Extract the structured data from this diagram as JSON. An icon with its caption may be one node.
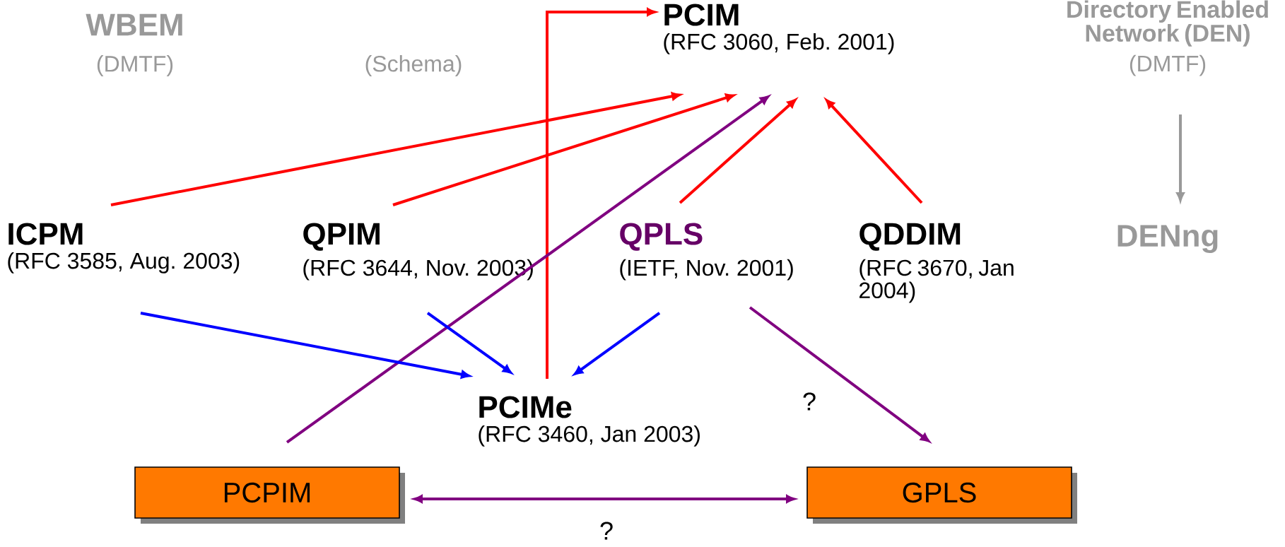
{
  "diagram": {
    "nodes": [
      {
        "text": [
          "PCIM",
          "(RFC 3060, Feb. 2001)"
        ]
      },
      {
        "text": [
          "Directory Enabled Network (DEN)",
          "(DMTF)"
        ]
      },
      {
        "text": [
          "DENng"
        ]
      },
      {
        "text": [
          "ICPM",
          "(RFC 3585, Aug. 2003)"
        ]
      },
      {
        "text": [
          "QPIM",
          "(RFC 3644, Nov. 2003)"
        ]
      },
      {
        "text": [
          "QPLS",
          "(IETF, Nov. 2001)"
        ]
      },
      {
        "text": [
          "QDDIM",
          "(RFC 3670, Jan 2004)"
        ]
      },
      {
        "text": [
          "PCIMe",
          "(RFC 3460, Jan 2003)"
        ]
      },
      {
        "text": [
          "PCPIM"
        ]
      },
      {
        "text": [
          "GPLS"
        ]
      }
    ],
    "edges": [
      {
        "from": 3,
        "to": 0,
        "arrow": "to"
      },
      {
        "from": 4,
        "to": 0,
        "arrow": "to"
      },
      {
        "from": 5,
        "to": 0,
        "arrow": "to"
      },
      {
        "from": 6,
        "to": 0,
        "arrow": "to"
      },
      {
        "from": 7,
        "to": 0,
        "arrow": "to"
      },
      {
        "from": 8,
        "to": 0,
        "arrow": "to",
        "color": "#800080"
      },
      {
        "from": 3,
        "to": 7,
        "arrow": "to",
        "color": "#0000ff"
      },
      {
        "from": 4,
        "to": 7,
        "arrow": "to",
        "color": "#0000ff"
      },
      {
        "from": 5,
        "to": 7,
        "arrow": "to",
        "color": "#0000ff"
      },
      {
        "from": 5,
        "to": 9,
        "arrow": "to",
        "label": "?",
        "color": "#800080"
      },
      {
        "from": 8,
        "to": 9,
        "arrow": "both",
        "label": "?",
        "color": "#800080"
      },
      {
        "from": 1,
        "to": 2,
        "arrow": "to",
        "color": "#999999"
      }
    ],
    "labels": [
      "WBEM",
      "(DMTF)",
      "(Schema)"
    ]
  }
}
